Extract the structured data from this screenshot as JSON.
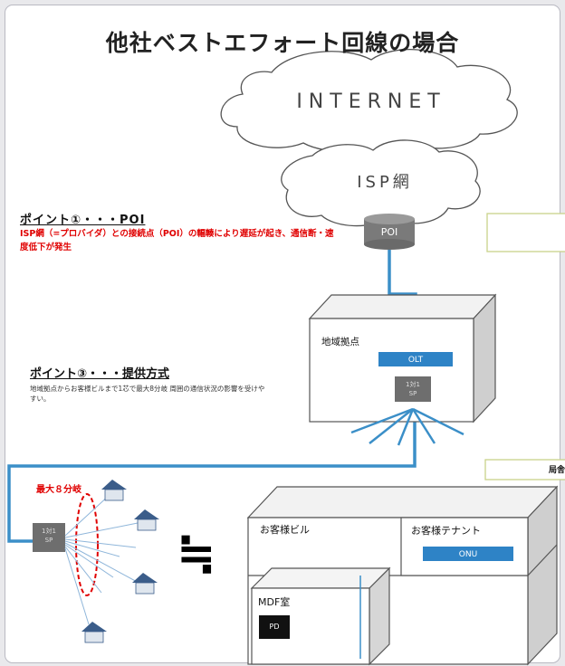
{
  "title": "他社ベストエフォート回線の場合",
  "clouds": {
    "internet": "INTERNET",
    "isp": "ISP網"
  },
  "nodes": {
    "poi": "POI",
    "region": "地域拠点",
    "olt": "OLT",
    "splitter": "1対1\nSP",
    "left_splitter": "1対1\nSP",
    "customer_building": "お客様ビル",
    "customer_tenant": "お客様テナント",
    "onu": "ONU",
    "mdf": "MDF室",
    "pd": "PD"
  },
  "points": {
    "poi_heading": "ポイント①・・・POI",
    "poi_description": "ISP網（=プロバイダ）との接続点（POI）の輻輳により遅延が起き、通信断・速度低下が発生",
    "method_heading": "ポイント③・・・提供方式",
    "method_description": "地域拠点からお客様ビルまで1芯で最大8分岐 周囲の通信状況の影響を受けやすい。"
  },
  "split_label": "最大８分岐",
  "right_box_label": "局舎",
  "equals_sign": "≒",
  "colors": {
    "fiber": "#3b8fc8",
    "red_text": "#e00000",
    "olt_fill": "#2e83c6",
    "onu_fill": "#2e83c6",
    "gray_fill": "#6e6e6e",
    "dark_fill": "#111111"
  }
}
